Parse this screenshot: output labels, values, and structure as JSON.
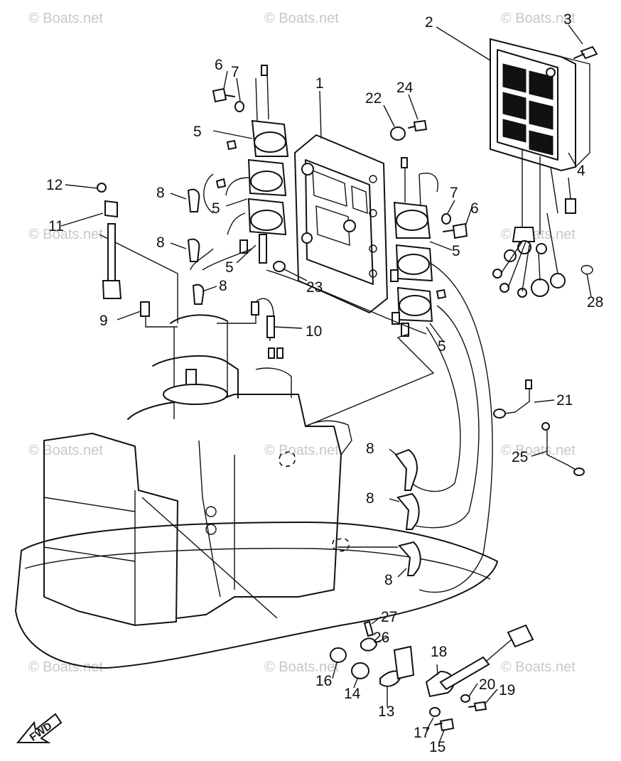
{
  "watermark": "© Boats.net",
  "fwd_label": "FWD",
  "callouts": {
    "c1": "1",
    "c2": "2",
    "c3": "3",
    "c4": "4",
    "c5a": "5",
    "c5b": "5",
    "c5c": "5",
    "c5d": "5",
    "c5e": "5",
    "c6a": "6",
    "c6b": "6",
    "c7a": "7",
    "c7b": "7",
    "c8a": "8",
    "c8b": "8",
    "c8c": "8",
    "c8d": "8",
    "c8e": "8",
    "c8f": "8",
    "c9": "9",
    "c10": "10",
    "c11": "11",
    "c12": "12",
    "c13": "13",
    "c14": "14",
    "c15": "15",
    "c16": "16",
    "c17": "17",
    "c18": "18",
    "c19": "19",
    "c20": "20",
    "c21": "21",
    "c22": "22",
    "c23": "23",
    "c24": "24",
    "c25": "25",
    "c26": "26",
    "c27": "27",
    "c28": "28"
  }
}
